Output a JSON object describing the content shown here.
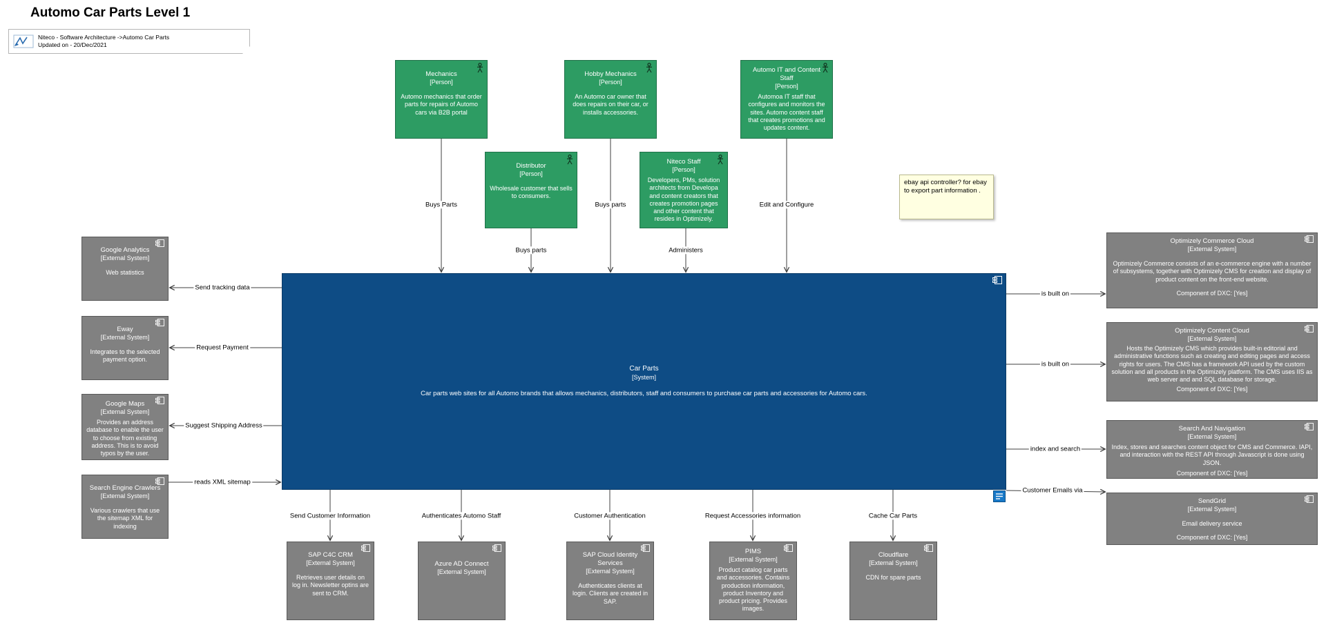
{
  "title": "Automo Car Parts Level 1",
  "header_note": {
    "line1": "Niteco - Software Architecture ->Automo Car Parts",
    "line2": "Updated on - 20/Dec/2021"
  },
  "note": "ebay api controller? for ebay to export part information .",
  "colors": {
    "person-bg": "#2d9c63",
    "person-border": "#1f7048",
    "system-bg": "#0e4c85",
    "system-border": "#0a3a66",
    "external-bg": "#818181",
    "external-border": "#585858",
    "note-bg": "#ffffe1",
    "note-border": "#b9b98e",
    "line": "#3f3f3f"
  },
  "persons": [
    {
      "name": "Mechanics",
      "type": "[Person]",
      "desc": "Automo mechanics that order parts for repairs of Automo cars via B2B portal"
    },
    {
      "name": "Hobby Mechanics",
      "type": "[Person]",
      "desc": "An Automo car owner that does repairs on their car, or installs accessories."
    },
    {
      "name": "Automo IT and Content Staff",
      "type": "[Person]",
      "desc": "Automoa IT staff that configures and monitors the sites. Automo content staff that creates promotions and updates content."
    },
    {
      "name": "Distributor",
      "type": "[Person]",
      "desc": "Wholesale customer that sells to consumers."
    },
    {
      "name": "Niteco Staff",
      "type": "[Person]",
      "desc": "Developers, PMs, solution architects from Developa and content creators that creates promotion pages and other content that resides in Optimizely."
    }
  ],
  "system": {
    "name": "Car Parts",
    "type": "[System]",
    "desc": "Car parts web sites for all Automo brands that allows mechanics, distributors, staff and consumers to purchase car parts and accessories for Automo cars."
  },
  "external_left": [
    {
      "name": "Google Analytics",
      "type": "[External System]",
      "desc": "Web statistics"
    },
    {
      "name": "Eway",
      "type": "[External System]",
      "desc": "Integrates to the selected payment option."
    },
    {
      "name": "Google Maps",
      "type": "[External System]",
      "desc": "Provides an address database to enable the user to choose from existing address. This is to avoid typos by the user."
    },
    {
      "name": "Search Engine Crawlers",
      "type": "[External System]",
      "desc": "Various crawlers that use the sitemap XML for indexing"
    }
  ],
  "external_right": [
    {
      "name": "Optimizely  Commerce Cloud",
      "type": "[External System]",
      "desc": "Optimizely Commerce consists of an e-commerce engine with a number of subsystems, together with Optimizely CMS for creation and display of product content on the front-end website.",
      "dxc": "Component of DXC: [Yes]"
    },
    {
      "name": "Optimizely  Content Cloud",
      "type": "[External System]",
      "desc": "Hosts the Optimizely CMS which provides built-in editorial and administrative functions such as creating and editing pages and access rights for users. The CMS has a framework API used by the custom solution and all products in the Optimizely platform. The CMS uses IIS as web server and and SQL database for storage.",
      "dxc": "Component of DXC: [Yes]"
    },
    {
      "name": "Search And Navigation",
      "type": "[External System]",
      "desc": "Index, stores and searches content object for CMS and Commerce.  IAPI, and interaction with the REST API through Javascript is done using JSON.",
      "dxc": "Component of DXC: [Yes]"
    },
    {
      "name": "SendGrid",
      "type": "[External System]",
      "desc": "Email delivery service",
      "dxc": "Component of DXC: [Yes]"
    }
  ],
  "external_bottom": [
    {
      "name": "SAP C4C CRM",
      "type": "[External System]",
      "desc": "Retrieves user details on log in. Newsletter optins are sent to CRM."
    },
    {
      "name": "Azure AD Connect",
      "type": "[External System]",
      "desc": ""
    },
    {
      "name": "SAP Cloud Identity Services",
      "type": "[External System]",
      "desc": "Authenticates clients at login. Clients are created in SAP."
    },
    {
      "name": "PIMS",
      "type": "[External System]",
      "desc": "Product catalog car parts and accessories. Contains production information, product Inventory and product pricing.  Provides images."
    },
    {
      "name": "Cloudflare",
      "type": "[External System]",
      "desc": "CDN for spare parts"
    }
  ],
  "connections": {
    "buys_parts_mechanics": "Buys Parts",
    "buys_parts_hobby": "Buys parts",
    "edit_and_configure": "Edit and Configure",
    "buys_parts_distributor": "Buys parts",
    "administers": "Administers",
    "send_tracking_data": "Send tracking data",
    "request_payment": "Request Payment",
    "suggest_shipping_address": "Suggest Shipping Address",
    "reads_xml_sitemap": "reads XML sitemap",
    "is_built_on_commerce": "is built on",
    "is_built_on_content": "is built on",
    "index_and_search": "index and search",
    "customer_emails_via": "Customer Emails via",
    "send_customer_information": "Send Customer Information",
    "authenticates_automo_staff": "Authenticates Automo Staff",
    "customer_authentication": "Customer Authentication",
    "request_accessories_information": "Request Accessories information",
    "cache_car_parts": "Cache Car Parts"
  }
}
